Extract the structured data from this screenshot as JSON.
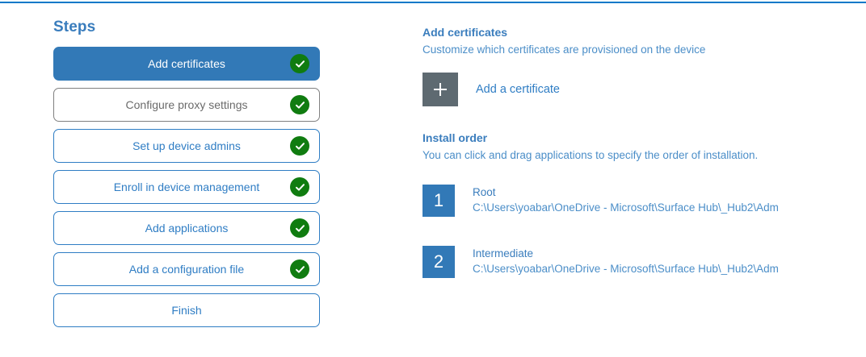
{
  "accent": {
    "rule_blue": "#0078c8",
    "primary_blue": "#3279b7",
    "text_blue": "#2f7dc4",
    "heading_blue": "#3a7dbd",
    "subtitle_blue": "#4b8ec8",
    "check_green": "#107c10",
    "plus_gray": "#5e6a71",
    "neutral_border": "#808080",
    "neutral_text": "#6b6b6b"
  },
  "steps": {
    "title": "Steps",
    "items": [
      {
        "label": "Add certificates",
        "state": "active",
        "completed": true,
        "check_icon": "check-circle-icon"
      },
      {
        "label": "Configure proxy settings",
        "state": "neutral",
        "completed": true,
        "check_icon": "check-circle-icon"
      },
      {
        "label": "Set up device admins",
        "state": "default",
        "completed": true,
        "check_icon": "check-circle-icon"
      },
      {
        "label": "Enroll in device management",
        "state": "default",
        "completed": true,
        "check_icon": "check-circle-icon"
      },
      {
        "label": "Add applications",
        "state": "default",
        "completed": true,
        "check_icon": "check-circle-icon"
      },
      {
        "label": "Add a configuration file",
        "state": "default",
        "completed": true,
        "check_icon": "check-circle-icon"
      },
      {
        "label": "Finish",
        "state": "default",
        "completed": false,
        "check_icon": ""
      }
    ]
  },
  "detail": {
    "title": "Add certificates",
    "subtitle": "Customize which certificates are provisioned on the device",
    "add_certificate": {
      "icon": "plus-icon",
      "label": "Add a certificate"
    },
    "install_order": {
      "title": "Install order",
      "subtitle": "You can click and drag applications to specify the order of installation.",
      "items": [
        {
          "number": "1",
          "name": "Root",
          "path": "C:\\Users\\yoabar\\OneDrive - Microsoft\\Surface Hub\\_Hub2\\Adm"
        },
        {
          "number": "2",
          "name": "Intermediate",
          "path": "C:\\Users\\yoabar\\OneDrive - Microsoft\\Surface Hub\\_Hub2\\Adm"
        }
      ]
    }
  }
}
